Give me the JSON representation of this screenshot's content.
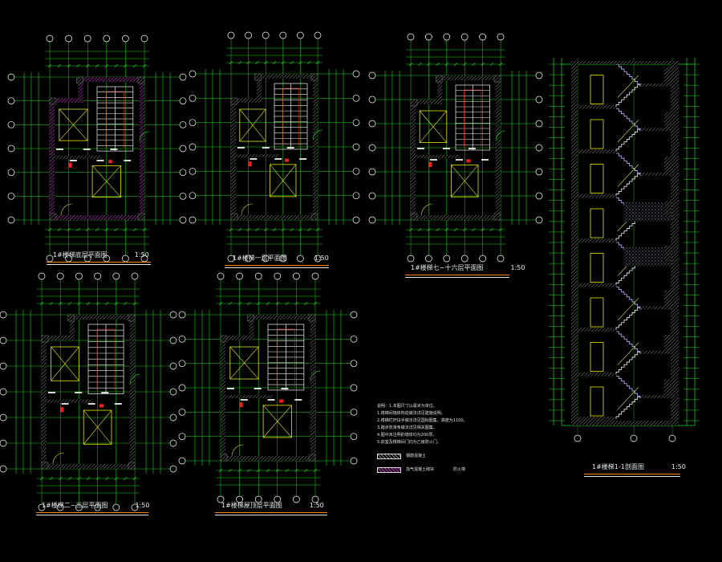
{
  "drawing": {
    "background": "#000000",
    "colors": {
      "dimension": "#16d816",
      "wall": "#d02ed0",
      "column": "#8a8a8a",
      "stair": "#f2f2f2",
      "elevator": "#e6e600",
      "door": "#e6e600",
      "axis": "#ffffff",
      "accent": "#ff1e1e",
      "title_underline": "#ff8a1c"
    },
    "views": [
      {
        "id": "plan-1",
        "title": "1#楼梯底层平面图",
        "scale": "1:50"
      },
      {
        "id": "plan-2",
        "title": "1#楼梯一层平面图",
        "scale": "1:50"
      },
      {
        "id": "plan-3",
        "title": "1#楼梯七~十六层平面图",
        "scale": "1:50"
      },
      {
        "id": "plan-4",
        "title": "1#楼梯二~三层平面图",
        "scale": "1:50"
      },
      {
        "id": "plan-5",
        "title": "1#楼梯屋顶层平面图",
        "scale": "1:50"
      },
      {
        "id": "section",
        "title": "1#楼梯1-1剖面图",
        "scale": "1:50"
      }
    ],
    "notes": {
      "lines": [
        "说明：1.本图尺寸以毫米为单位。",
        "1.楼梯间墙体构造做法详见建施说明。",
        "2.楼梯栏杆扶手做法详见国标图集，高度为1100。",
        "3.踏步防滑条做法详见相关图集。",
        "4.图中未注明的墙体均为200厚。",
        "5.前室及楼梯间门均为乙级防火门。"
      ],
      "legend": [
        {
          "label": "钢筋混凝土",
          "color": "#8a8a8a"
        },
        {
          "label": "加气混凝土砌块",
          "color": "#d02ed0"
        }
      ],
      "legend_extra": "防火墙"
    }
  }
}
